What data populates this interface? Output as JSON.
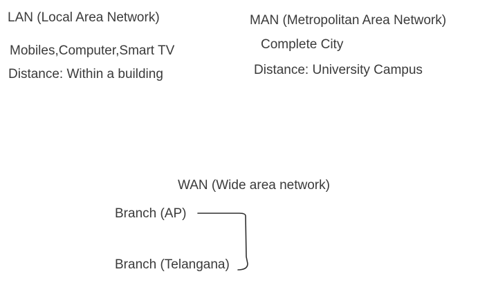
{
  "lan": {
    "title": "LAN (Local Area Network)",
    "devices": "Mobiles,Computer,Smart TV",
    "distance": "Distance: Within a building"
  },
  "man": {
    "title": "MAN (Metropolitan Area Network)",
    "area": "Complete City",
    "distance": "Distance: University Campus"
  },
  "wan": {
    "title": "WAN (Wide area network)",
    "branches": [
      "Branch (AP)",
      "Branch (Telangana)"
    ]
  },
  "colors": {
    "text": "#3a3a3a",
    "ink": "#2e2e2e",
    "background": "#ffffff"
  }
}
